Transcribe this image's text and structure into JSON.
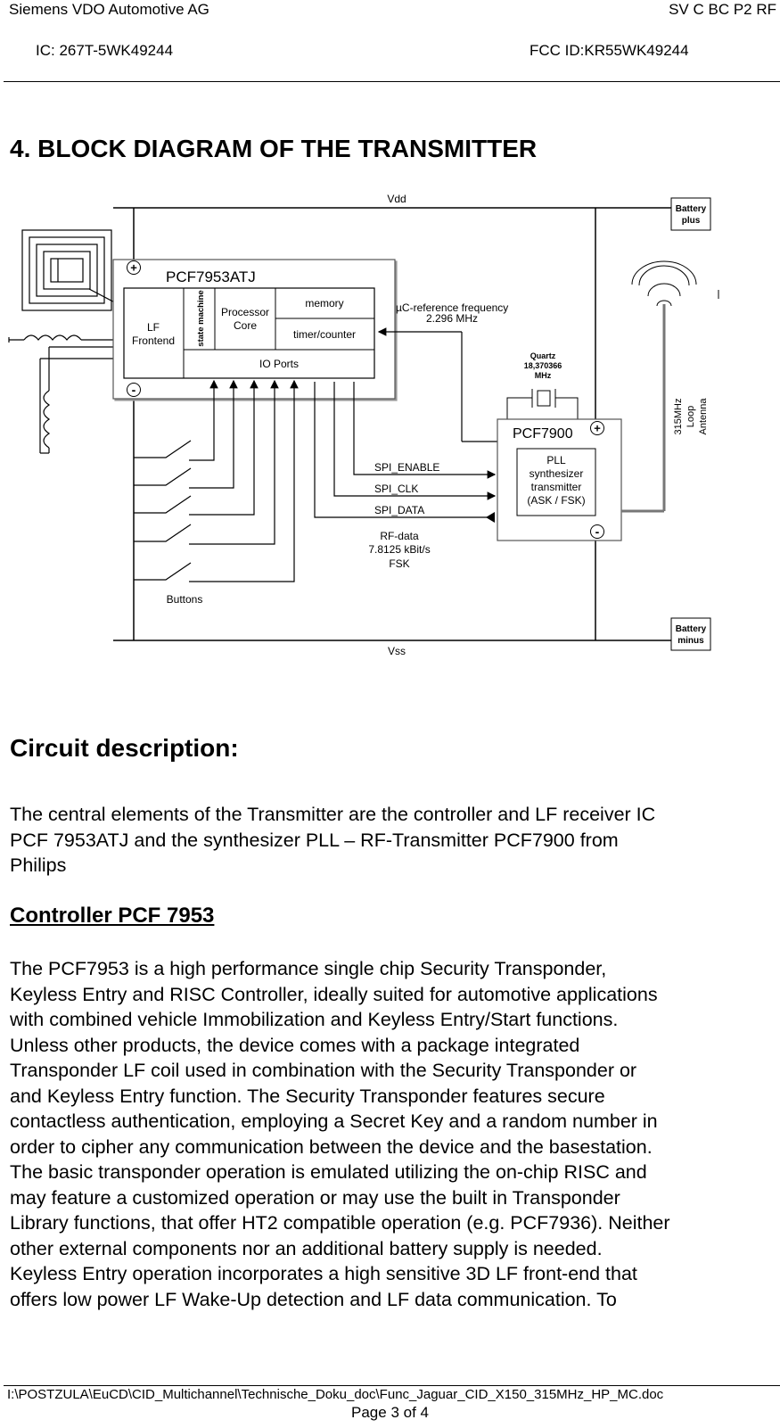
{
  "header": {
    "company": "Siemens VDO Automotive AG",
    "department": "SV C BC P2 RF",
    "ic": "IC: 267T-5WK49244",
    "fcc": "FCC ID:KR55WK49244"
  },
  "section_title": "4. BLOCK DIAGRAM OF THE TRANSMITTER",
  "diagram": {
    "vdd": "Vdd",
    "vss": "Vss",
    "battery_plus": [
      "Battery",
      "plus"
    ],
    "battery_minus": [
      "Battery",
      "minus"
    ],
    "pcf7953_label": "PCF7953ATJ",
    "lf_frontend": [
      "LF",
      "Frontend"
    ],
    "state_machine": "state machine",
    "processor_core": [
      "Processor",
      "Core"
    ],
    "memory": "memory",
    "timer_counter": "timer/counter",
    "io_ports": "IO Ports",
    "uc_ref": [
      "µC-reference frequency",
      "2.296 MHz"
    ],
    "quartz": [
      "Quartz",
      "18,370366",
      "MHz"
    ],
    "pcf7900_label": "PCF7900",
    "pll": [
      "PLL",
      "synthesizer",
      "transmitter",
      "(ASK / FSK)"
    ],
    "antenna": [
      "315MHz",
      "Loop",
      "Antenna"
    ],
    "spi_enable": "SPI_ENABLE",
    "spi_clk": "SPI_CLK",
    "spi_data": "SPI_DATA",
    "rf_data": [
      "RF-data",
      "7.8125 kBit/s",
      "FSK"
    ],
    "buttons": "Buttons",
    "plus_sign": "+",
    "minus_sign": "-"
  },
  "circuit_heading": "Circuit description:",
  "intro_lines": [
    "The central elements of the Transmitter are the controller and LF receiver IC",
    "PCF 7953ATJ and the synthesizer PLL – RF-Transmitter PCF7900 from",
    "Philips"
  ],
  "controller_heading": "Controller PCF 7953",
  "body_lines": [
    "The PCF7953 is a high performance single chip Security Transponder,",
    "Keyless Entry and RISC Controller, ideally suited for automotive applications",
    "with combined vehicle Immobilization and Keyless Entry/Start functions.",
    "Unless other products, the device comes with a package integrated",
    "Transponder LF coil used in combination with the Security Transponder or",
    "and Keyless Entry function. The Security Transponder features secure",
    "contactless authentication, employing a Secret Key and a random number in",
    "order to cipher any communication between the device and the basestation.",
    "The basic transponder operation is emulated utilizing the on-chip RISC and",
    "may feature a customized operation or may use the built in Transponder",
    "Library functions, that offer HT2 compatible operation (e.g. PCF7936). Neither",
    "other external components nor an additional battery supply is needed.",
    "Keyless Entry operation incorporates a high sensitive 3D LF front-end that",
    "offers low power LF Wake-Up detection and LF data communication. To"
  ],
  "footer": {
    "path": "I:\\POSTZULA\\EuCD\\CID_Multichannel\\Technische_Doku_doc\\Func_Jaguar_CID_X150_315MHz_HP_MC.doc",
    "page": "Page 3 of 4"
  }
}
